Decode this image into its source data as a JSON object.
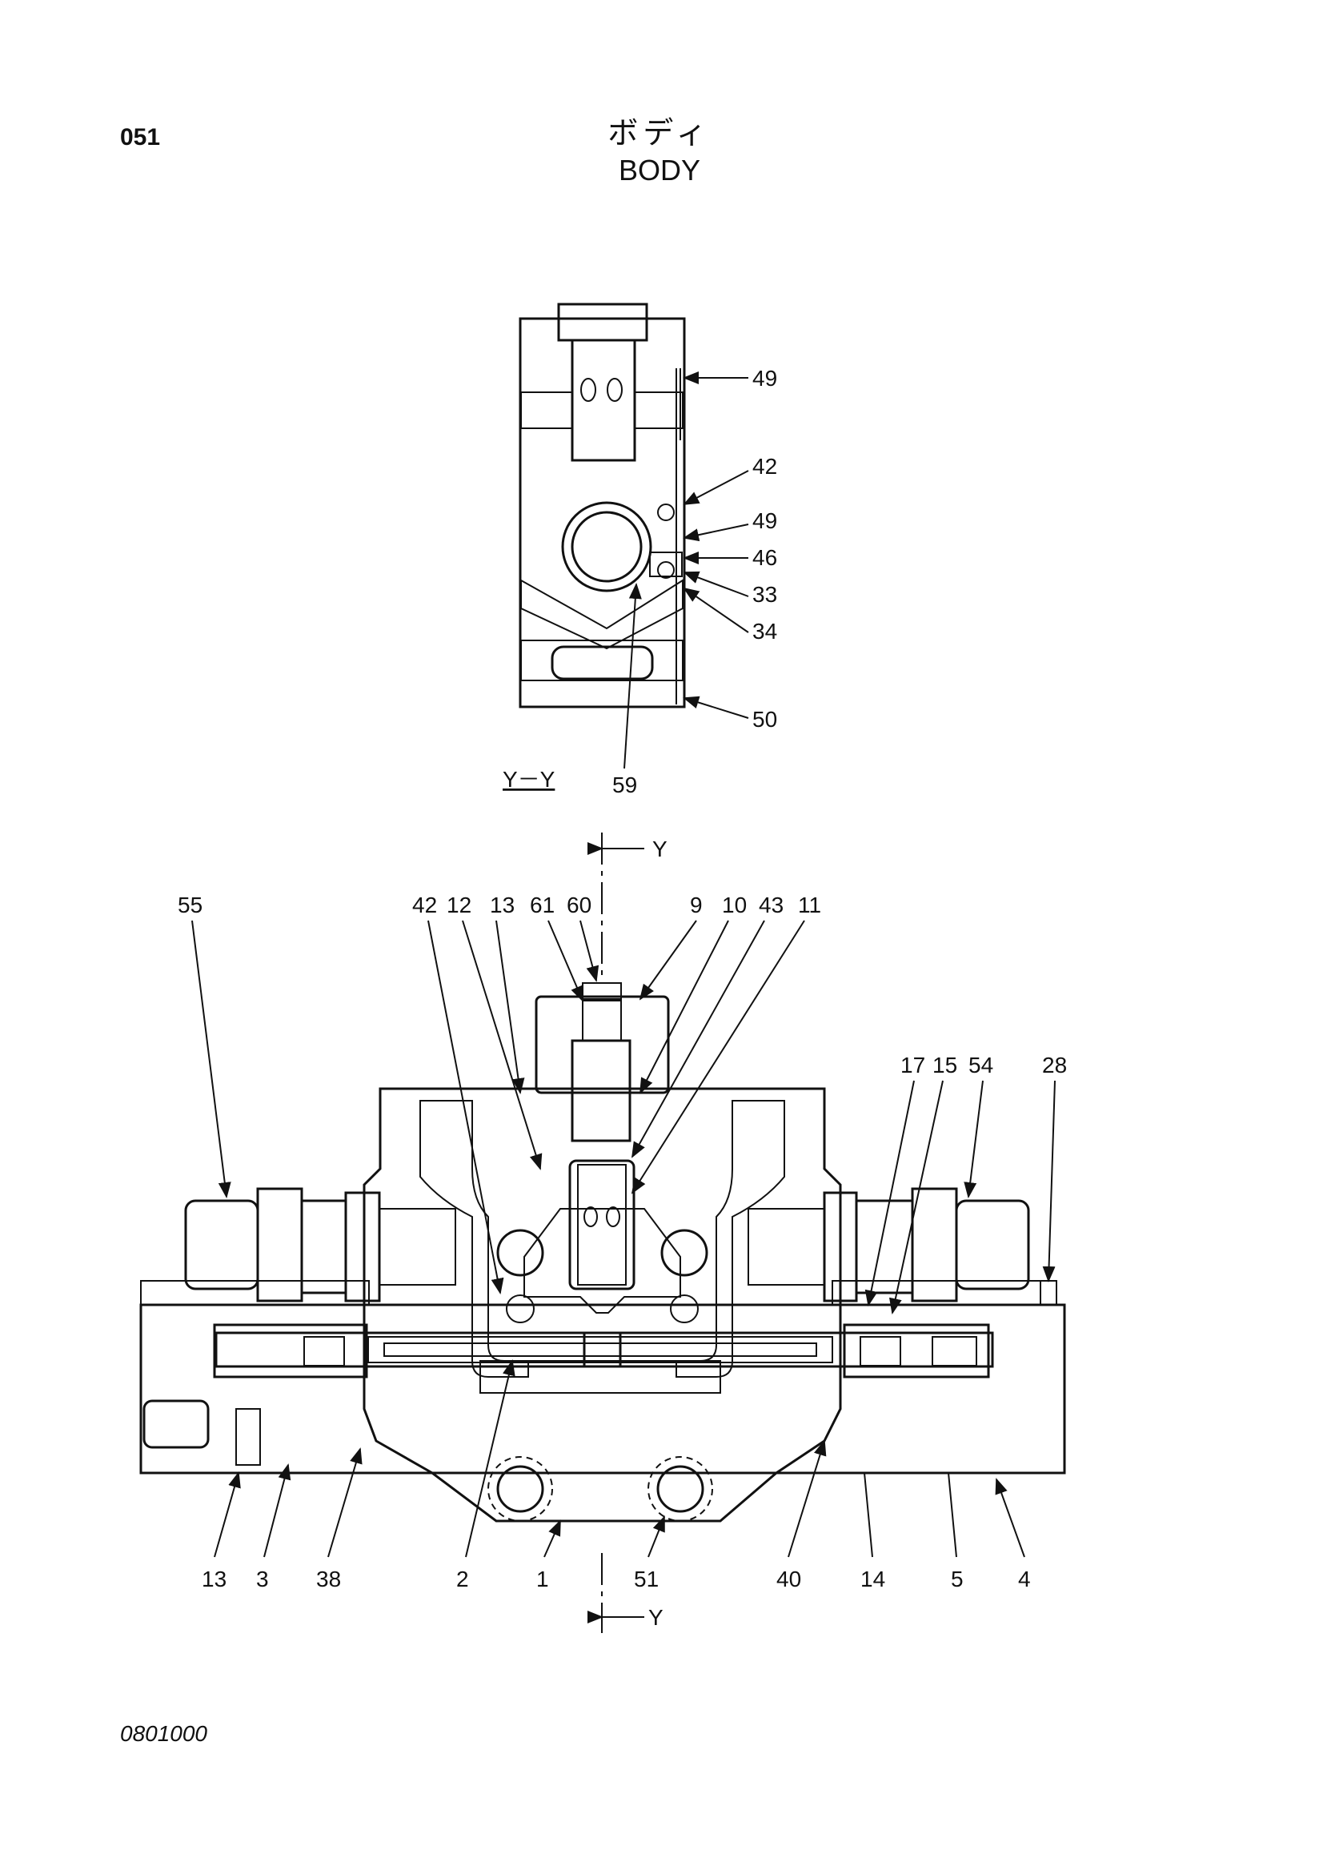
{
  "header": {
    "page_number": "051",
    "title_jp": "ボディ",
    "title_en": "BODY"
  },
  "footer": {
    "doc_code": "0801000"
  },
  "section_view": {
    "caption": "Y－Y",
    "callouts": [
      "49",
      "42",
      "49",
      "46",
      "33",
      "34",
      "50",
      "59"
    ]
  },
  "main_view": {
    "section_marker_top": "Y",
    "section_marker_bottom": "Y",
    "top_callouts": [
      "55",
      "42",
      "12",
      "13",
      "61",
      "60",
      "9",
      "10",
      "43",
      "11",
      "17",
      "15",
      "54",
      "28"
    ],
    "bottom_callouts": [
      "13",
      "3",
      "38",
      "2",
      "1",
      "51",
      "40",
      "14",
      "5",
      "4"
    ]
  },
  "colors": {
    "ink": "#111111",
    "stipple": "#c8c8c8",
    "dark_hatch": "#1a1a1a"
  }
}
